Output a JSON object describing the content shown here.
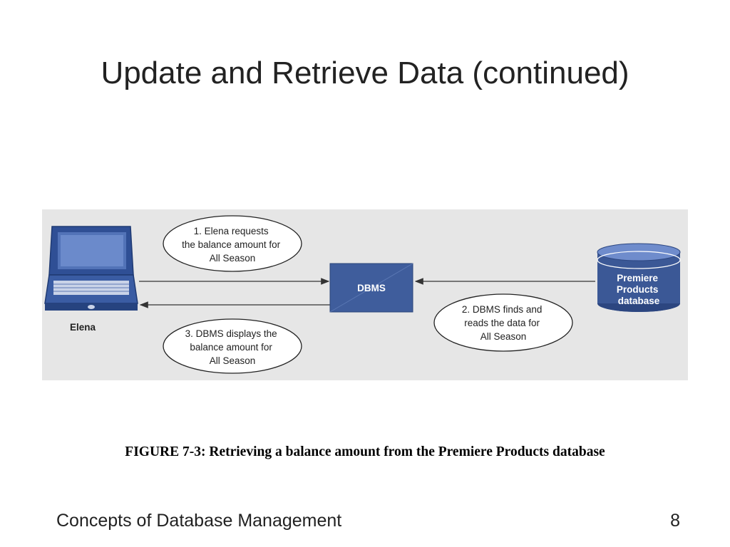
{
  "slide": {
    "title": "Update and Retrieve Data (continued)",
    "caption": "FIGURE 7-3: Retrieving a balance amount from the Premiere Products database",
    "footer_text": "Concepts of Database Management",
    "page_number": "8"
  },
  "diagram": {
    "user_label": "Elena",
    "dbms_label": "DBMS",
    "database_label": [
      "Premiere",
      "Products",
      "database"
    ],
    "step1": [
      "1. Elena requests",
      "the balance amount for",
      "All Season"
    ],
    "step2": [
      "2. DBMS finds and",
      "reads the data for",
      "All Season"
    ],
    "step3": [
      "3. DBMS displays the",
      "balance amount for",
      "All Season"
    ],
    "colors": {
      "background": "#e6e6e6",
      "box_fill": "#3f5d9c",
      "laptop_fill": "#2f4f95",
      "cylinder_fill": "#3b5896",
      "arrow": "#333333"
    }
  }
}
